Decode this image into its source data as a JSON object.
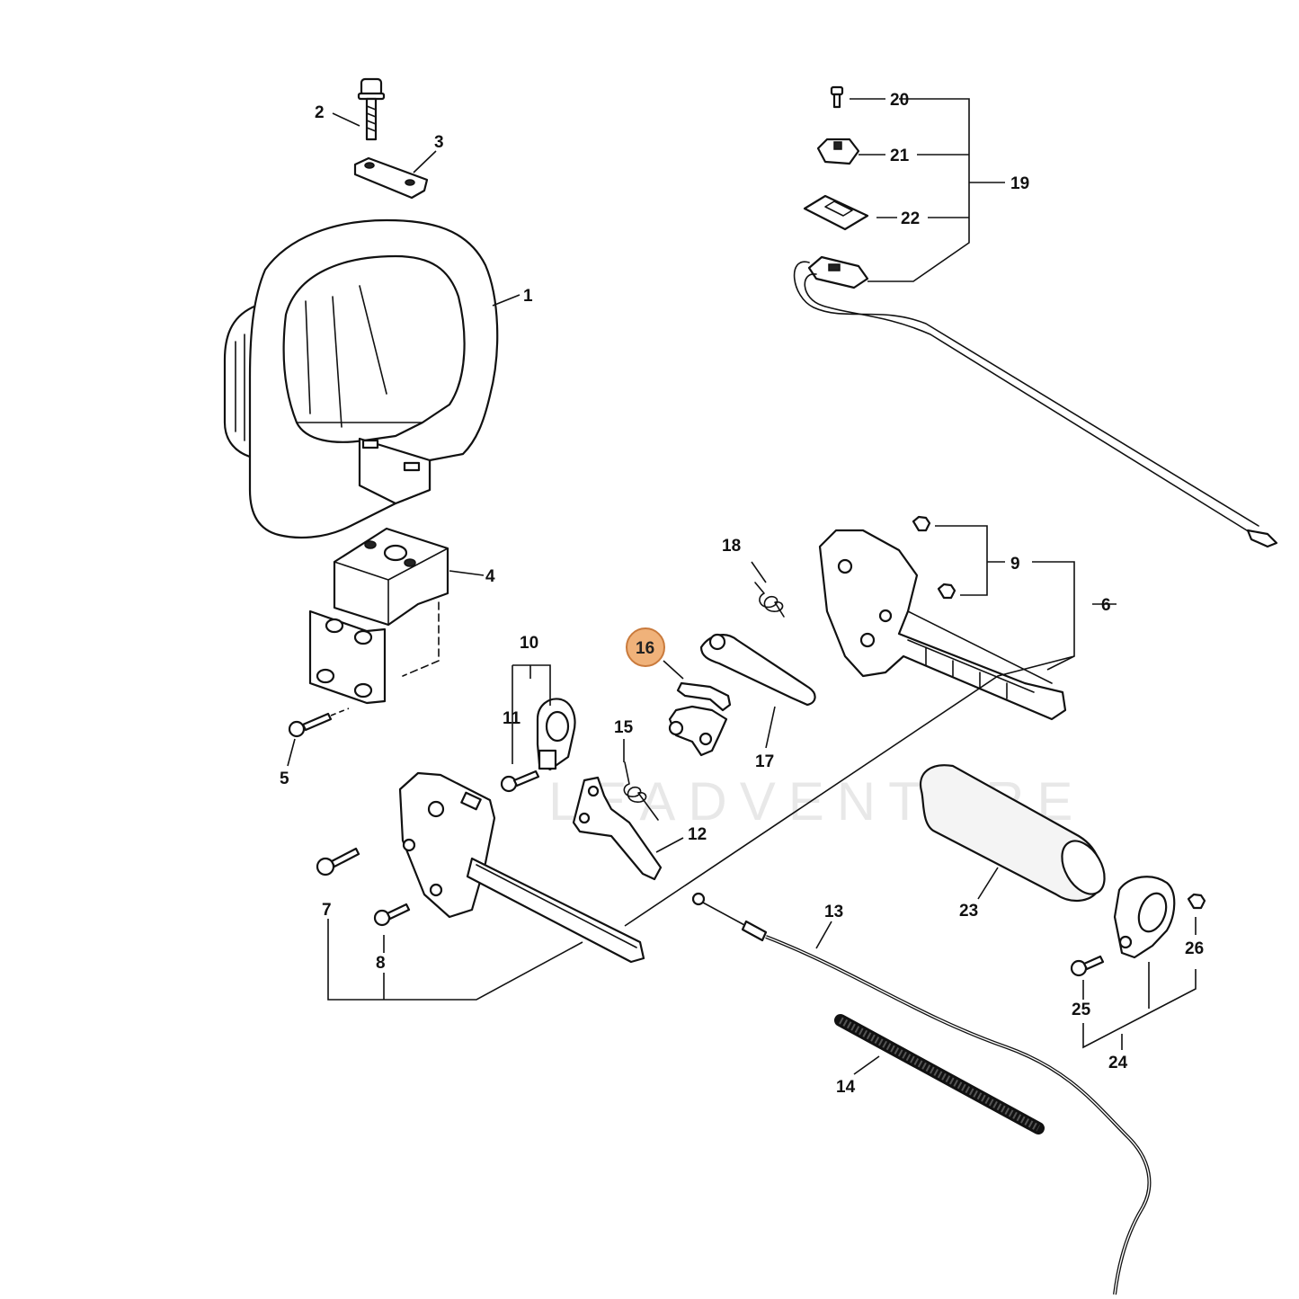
{
  "watermark": "LEADVENTURE",
  "highlight": {
    "callout": "16",
    "fill": "#f0b27a",
    "stroke": "#c97a3c"
  },
  "callouts": {
    "c1": "1",
    "c2": "2",
    "c3": "3",
    "c4": "4",
    "c5": "5",
    "c6": "6",
    "c7": "7",
    "c8": "8",
    "c9": "9",
    "c10": "10",
    "c11": "11",
    "c12": "12",
    "c13": "13",
    "c14": "14",
    "c15": "15",
    "c16": "16",
    "c17": "17",
    "c18": "18",
    "c19": "19",
    "c20": "20",
    "c21": "21",
    "c22": "22",
    "c23": "23",
    "c24": "24",
    "c25": "25",
    "c26": "26"
  }
}
